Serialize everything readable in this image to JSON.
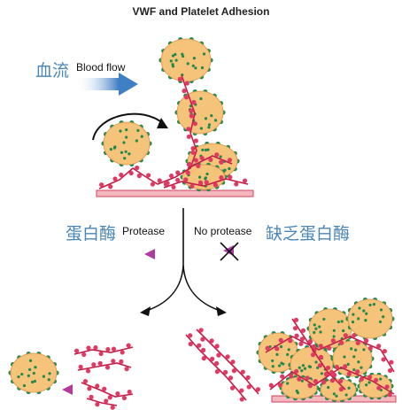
{
  "title": "VWF and Platelet Adhesion",
  "labels": {
    "blood_flow_cn": "血流",
    "blood_flow_en": "Blood flow",
    "protease_cn": "蛋白酶",
    "protease_en": "Protease",
    "no_protease_en": "No protease",
    "no_protease_cn": "缺乏蛋白酶"
  },
  "colors": {
    "platelet": "#f6c37a",
    "platelet_edge": "#d8954a",
    "granule": "#1f8a4c",
    "vwf_strand": "#c51d4a",
    "vwf_bead": "#e03a63",
    "surface": "#f3b7bd",
    "surface_edge": "#d0435e",
    "flow_arrow": "#3f7fc4",
    "protease_marker": "#b03aa0"
  }
}
